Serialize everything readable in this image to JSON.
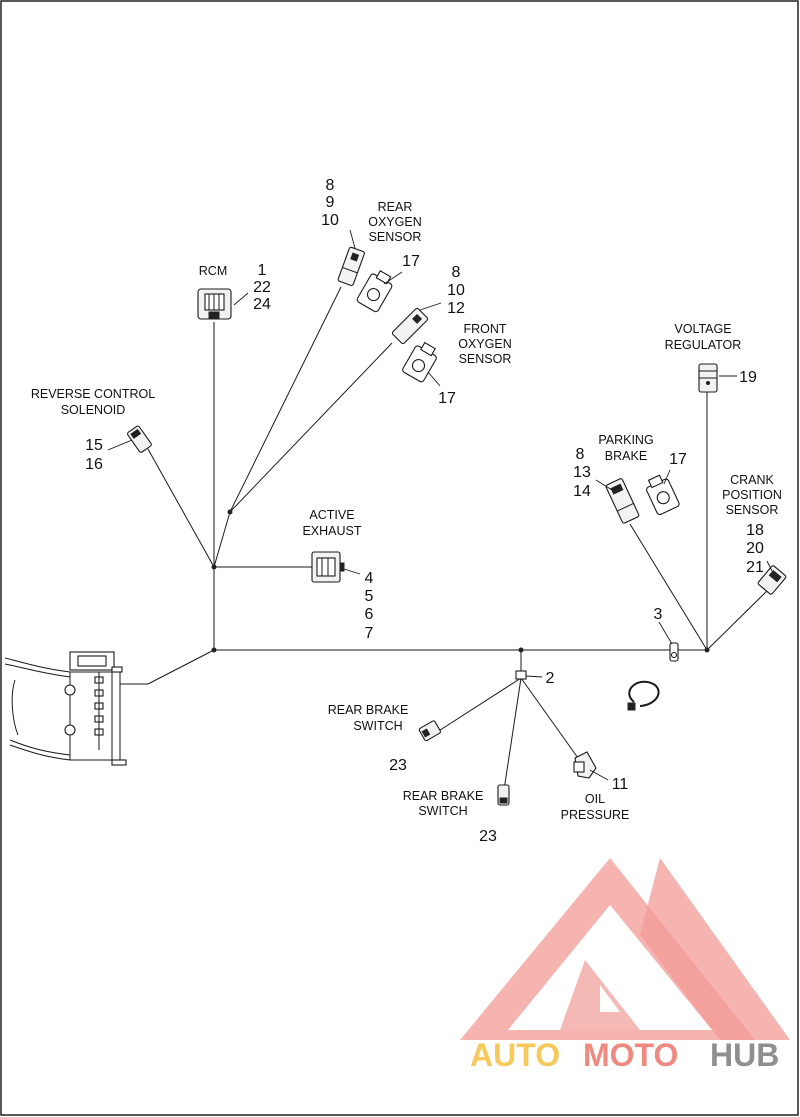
{
  "labels": {
    "rcm": "RCM",
    "rear_oxygen_sensor": [
      "REAR",
      "OXYGEN",
      "SENSOR"
    ],
    "front_oxygen_sensor": [
      "FRONT",
      "OXYGEN",
      "SENSOR"
    ],
    "voltage_regulator": [
      "VOLTAGE",
      "REGULATOR"
    ],
    "reverse_control_solenoid": [
      "REVERSE CONTROL",
      "SOLENOID"
    ],
    "parking_brake": [
      "PARKING",
      "BRAKE"
    ],
    "crank_position_sensor": [
      "CRANK",
      "POSITION",
      "SENSOR"
    ],
    "active_exhaust": [
      "ACTIVE",
      "EXHAUST"
    ],
    "rear_brake_switch_1": [
      "REAR BRAKE",
      "SWITCH"
    ],
    "rear_brake_switch_2": [
      "REAR BRAKE",
      "SWITCH"
    ],
    "oil_pressure": [
      "OIL",
      "PRESSURE"
    ]
  },
  "callouts": {
    "rcm": [
      "1",
      "22",
      "24"
    ],
    "rear_o2": [
      "8",
      "9",
      "10"
    ],
    "rear_o2_clip": "17",
    "front_o2": [
      "8",
      "10",
      "12"
    ],
    "front_o2_clip": "17",
    "voltage_regulator": "19",
    "reverse_solenoid": [
      "15",
      "16"
    ],
    "parking_brake": [
      "8",
      "13",
      "14"
    ],
    "parking_brake_clip": "17",
    "crank_sensor": [
      "18",
      "20",
      "21"
    ],
    "active_exhaust": [
      "4",
      "5",
      "6",
      "7"
    ],
    "clip_3": "3",
    "junction_2": "2",
    "oil_pressure": "11",
    "rear_brake_1": "23",
    "rear_brake_2": "23"
  },
  "watermark": {
    "brand": "AUTOMOTOHUB",
    "colors": {
      "auto": "#f6c95a",
      "moto": "#ef8a82",
      "hub": "#8f8f8f",
      "logo": "#f08a84"
    }
  }
}
